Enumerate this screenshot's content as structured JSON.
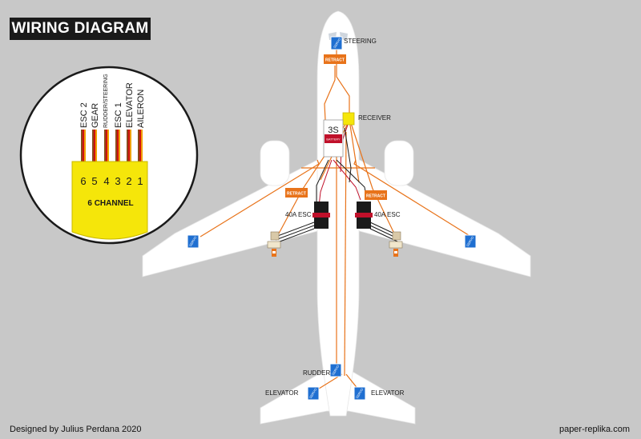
{
  "title": "WIRING DIAGRAM",
  "credit": "Designed by Julius Perdana 2020",
  "website": "paper-replika.com",
  "receiver_inset": {
    "channels": [
      {
        "number": "6",
        "label": "ESC 2"
      },
      {
        "number": "5",
        "label": "GEAR"
      },
      {
        "number": "4",
        "label": "RUDDER/STEERING"
      },
      {
        "number": "3",
        "label": "ESC 1"
      },
      {
        "number": "2",
        "label": "ELEVATOR"
      },
      {
        "number": "1",
        "label": "AILERON"
      }
    ],
    "block_label": "6 CHANNEL"
  },
  "labels": {
    "steering": "STEERING",
    "receiver": "RECEIVER",
    "battery_cells": "3S",
    "battery_text": "BATTERY",
    "retract": "RETRACT",
    "esc_left": "40A ESC",
    "esc_right": "40A ESC",
    "servo": "SERVO",
    "rudder": "RUDDER",
    "elevator_left": "ELEVATOR",
    "elevator_right": "ELEVATOR"
  },
  "colors": {
    "background": "#c8c8c8",
    "wire_signal": "#e8731a",
    "wire_power": "#c0102a",
    "wire_ground": "#1a1a1a",
    "receiver": "#f5e60a",
    "servo": "#1f6fd1",
    "retract": "#e8731a",
    "airframe": "#ffffff"
  }
}
